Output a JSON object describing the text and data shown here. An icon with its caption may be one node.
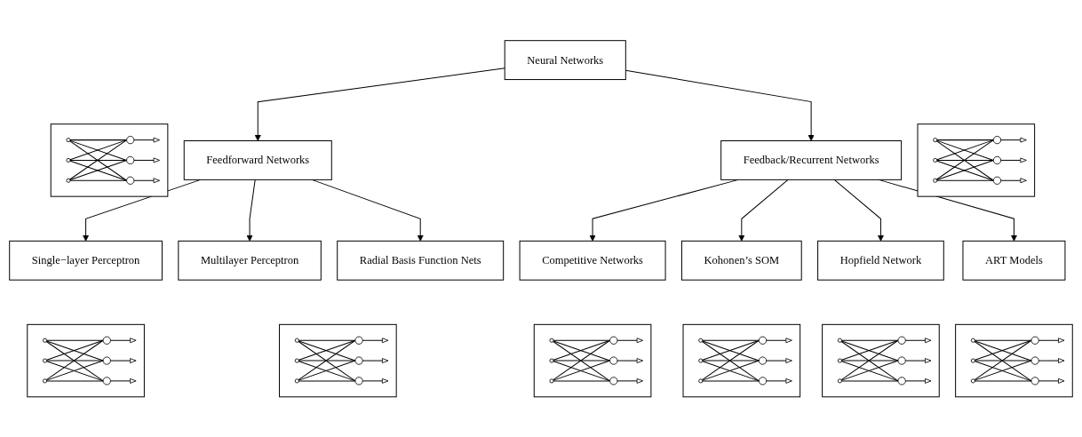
{
  "diagram": {
    "nodes": [
      {
        "text": [
          "Neural Networks"
        ]
      },
      {
        "text": [],
        "shape": "picture"
      },
      {
        "text": [],
        "shape": "picture"
      },
      {
        "text": [
          "Feedforward Networks"
        ]
      },
      {
        "text": [
          "Feedback/Recurrent Networks"
        ]
      },
      {
        "text": [
          "Single−layer Perceptron"
        ]
      },
      {
        "text": [
          "Multilayer Perceptron"
        ]
      },
      {
        "text": [
          "Radial Basis Function Nets"
        ]
      },
      {
        "text": [
          "Competitive Networks"
        ]
      },
      {
        "text": [
          "Kohonen’s SOM"
        ]
      },
      {
        "text": [
          "Hopfield Network"
        ]
      },
      {
        "text": [
          "ART Models"
        ]
      },
      {
        "text": [],
        "shape": "picture"
      },
      {
        "text": [],
        "shape": "picture"
      },
      {
        "text": [],
        "shape": "picture"
      },
      {
        "text": [],
        "shape": "picture"
      },
      {
        "text": [],
        "shape": "picture"
      },
      {
        "text": [],
        "shape": "picture"
      }
    ],
    "edges": [
      {
        "from": 0,
        "to": 3,
        "arrow": "to"
      },
      {
        "from": 0,
        "to": 4,
        "arrow": "to"
      },
      {
        "from": 3,
        "to": 5,
        "arrow": "to"
      },
      {
        "from": 3,
        "to": 6,
        "arrow": "to"
      },
      {
        "from": 3,
        "to": 7,
        "arrow": "to"
      },
      {
        "from": 4,
        "to": 8,
        "arrow": "to"
      },
      {
        "from": 4,
        "to": 9,
        "arrow": "to"
      },
      {
        "from": 4,
        "to": 10,
        "arrow": "to"
      },
      {
        "from": 4,
        "to": 11,
        "arrow": "to"
      }
    ]
  }
}
